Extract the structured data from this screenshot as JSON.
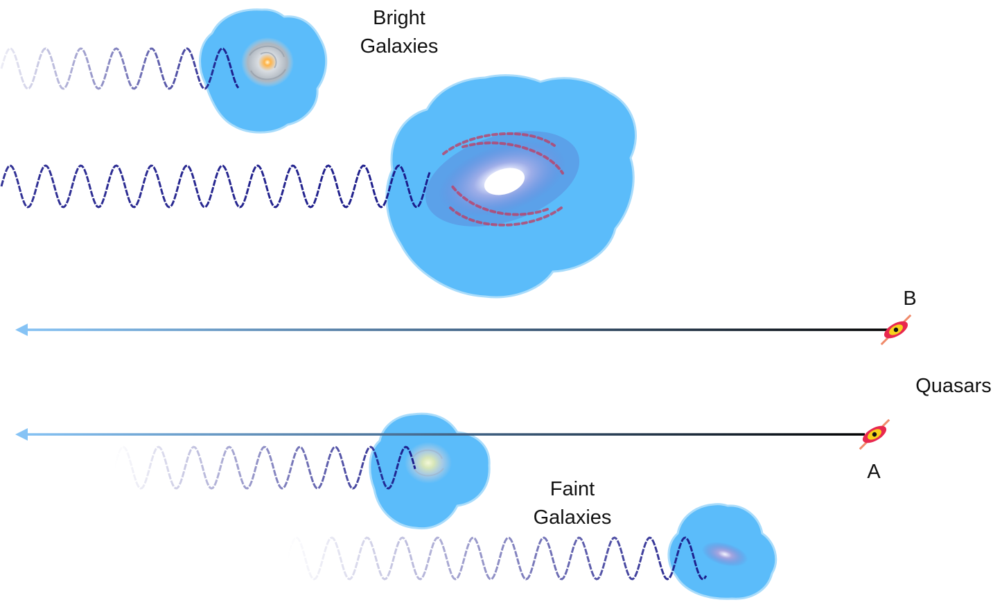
{
  "labels": {
    "bright_galaxies": [
      "Bright",
      "Galaxies"
    ],
    "faint_galaxies": [
      "Faint",
      "Galaxies"
    ],
    "quasars": "Quasars",
    "quasar_b": "B",
    "quasar_a": "A"
  },
  "colors": {
    "halo": "#5bbcfa",
    "halo_edge": "#a9dcfb",
    "wave": "#1c1c8a",
    "arrow_start": "#000000",
    "arrow_end": "#86c3f5",
    "quasar_disk": "#e8284f",
    "quasar_jet": "#f08a6a"
  },
  "icons": [
    "galaxy-icon",
    "quasar-icon",
    "arrow-icon",
    "wave-icon"
  ]
}
